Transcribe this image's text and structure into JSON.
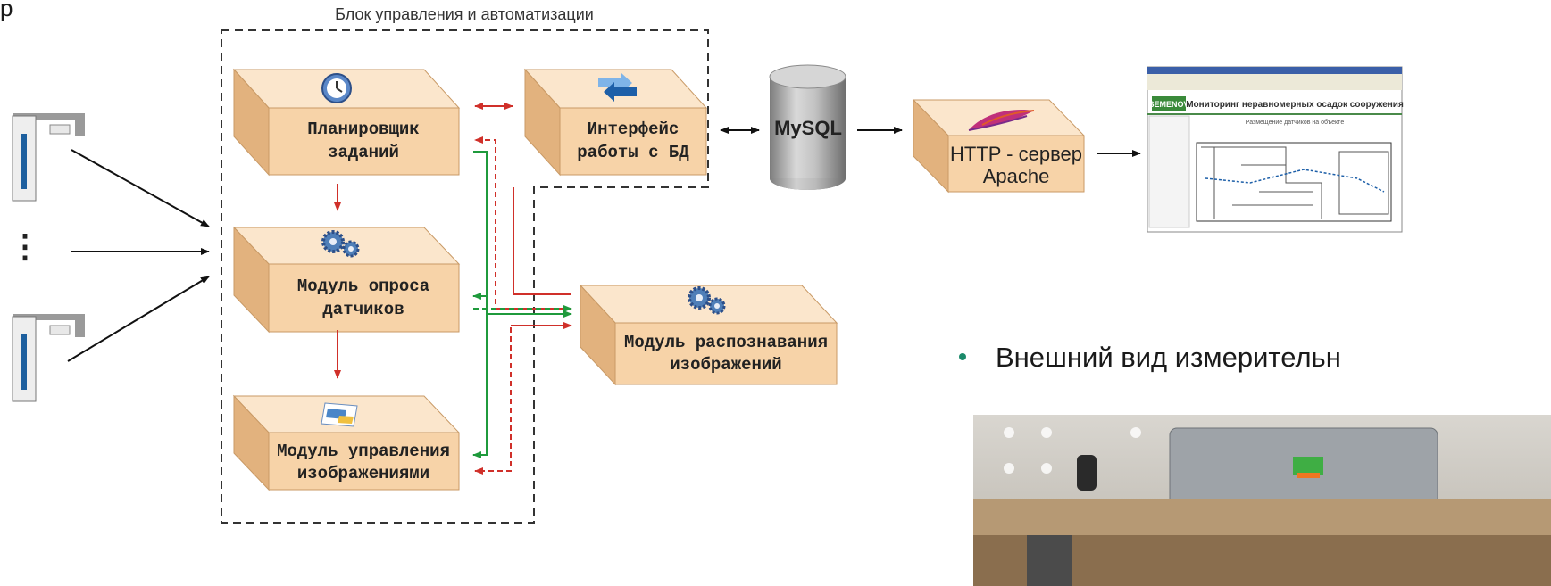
{
  "diagram": {
    "top_caption": "Блок управления и автоматизации",
    "boxes": {
      "scheduler": [
        "Планировщик",
        "заданий"
      ],
      "db_interface": [
        "Интерфейс",
        "работы с БД"
      ],
      "sensor_polling": [
        "Модуль опроса",
        "датчиков"
      ],
      "image_mgmt": [
        "Модуль управления",
        "изображениями"
      ],
      "recognition": [
        "Модуль распознавания",
        "изображений"
      ],
      "http_server": [
        "HTTP - сервер",
        "Apache"
      ]
    },
    "database": "MySQL",
    "ellipsis": "⋮",
    "colors": {
      "box_front": "#f7d3a8",
      "box_top": "#fbe6cc",
      "box_side": "#e2b27e",
      "arrow_red": "#d0302a",
      "arrow_green": "#1f9a3c",
      "dashed_border": "#333333"
    }
  },
  "right_panel": {
    "website": {
      "logo": "SEMENOV",
      "title": "Мониторинг неравномерных осадок сооружения",
      "subtitle": "Размещение датчиков на объекте"
    },
    "bullet_text": "Внешний вид измерительн"
  }
}
